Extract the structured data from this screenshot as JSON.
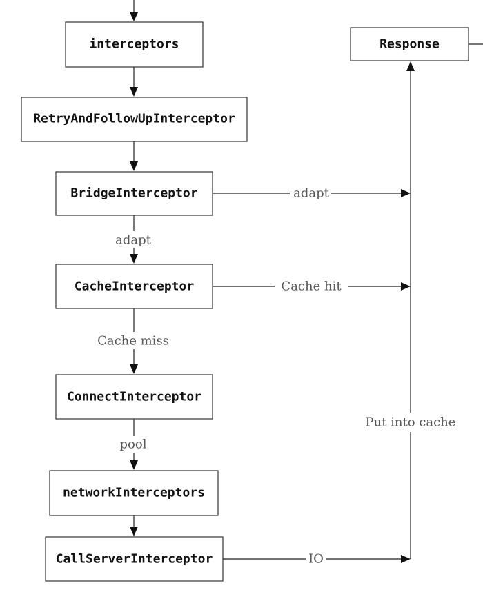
{
  "boxes": {
    "interceptors": "interceptors",
    "retry": "RetryAndFollowUpInterceptor",
    "bridge": "BridgeInterceptor",
    "cache": "CacheInterceptor",
    "connect": "ConnectInterceptor",
    "network": "networkInterceptors",
    "callserver": "CallServerInterceptor",
    "response": "Response"
  },
  "edges": {
    "bridge_down": "adapt",
    "bridge_right": "adapt",
    "cache_down": "Cache miss",
    "cache_right": "Cache hit",
    "connect_down": "pool",
    "callserver_right": "IO",
    "put_into_cache": "Put into cache"
  }
}
